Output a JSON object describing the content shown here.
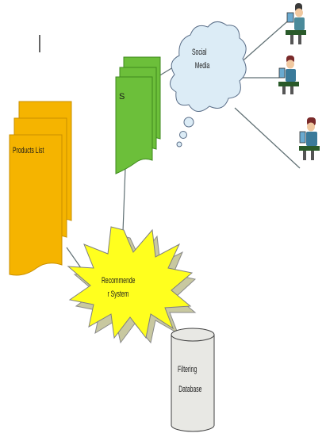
{
  "diagram": {
    "products_list_label": "Products List",
    "s_label": "S",
    "social_media_line1": "Social",
    "social_media_line2": "Media",
    "recommender_line1": "Recommende",
    "recommender_line2": "r System",
    "database_line1": "Filtering",
    "database_line2": "Database",
    "stray_mark": "|"
  },
  "colors": {
    "products_fill": "#f5b400",
    "green_fill": "#6cbf3a",
    "cloud_fill": "#dcecf6",
    "cloud_stroke": "#5a6e88",
    "star_fill": "#ffff1e",
    "star_stroke": "#7f7f7f",
    "db_fill": "#e8e8e4",
    "line": "#5f6f73"
  },
  "icons": [
    "user-at-computer-icon",
    "user-at-computer-icon",
    "user-at-computer-icon"
  ]
}
